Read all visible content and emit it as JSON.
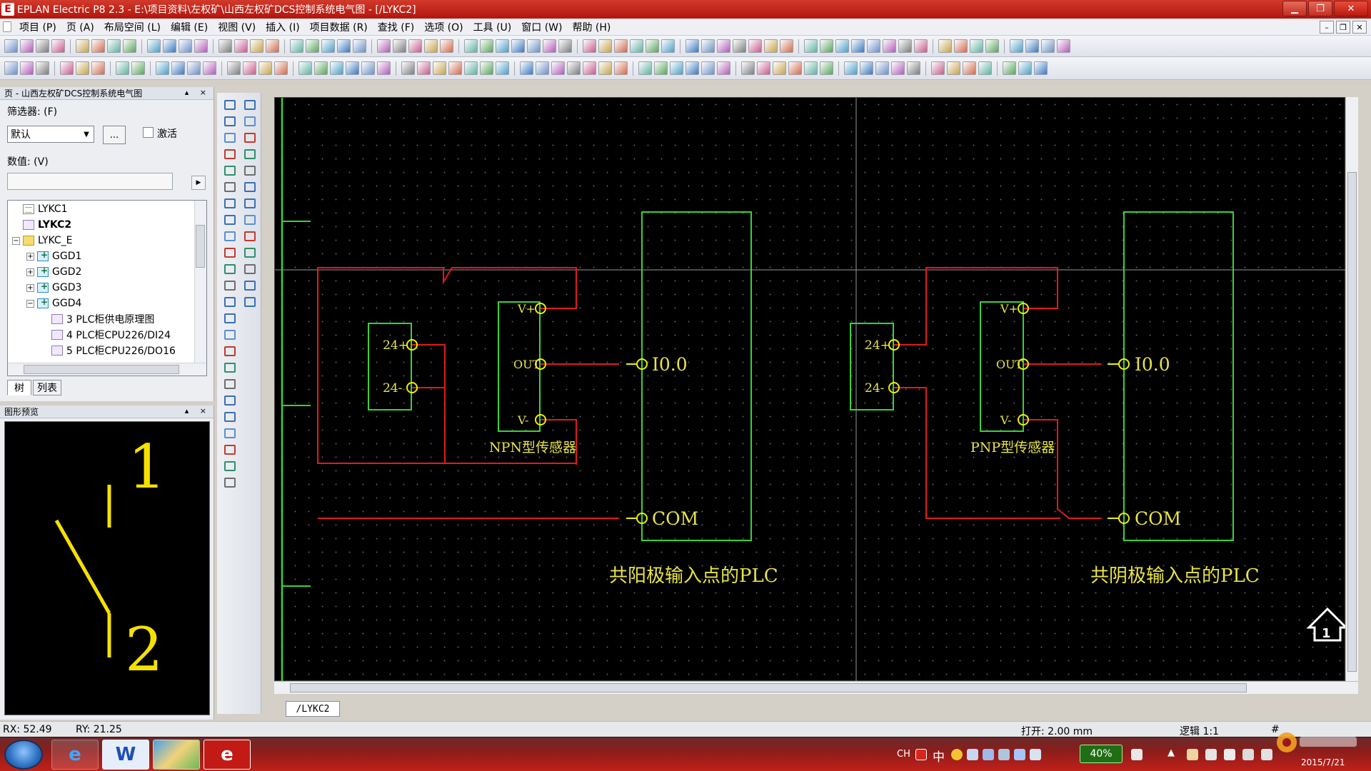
{
  "window": {
    "title": "EPLAN Electric P8 2.3 - E:\\项目资料\\左权矿\\山西左权矿DCS控制系统电气图 - [/LYKC2]",
    "logo_letter": "E",
    "minimize": "▁",
    "maximize": "❐",
    "close": "✕"
  },
  "menu": {
    "items": [
      "项目 (P)",
      "页 (A)",
      "布局空间 (L)",
      "编辑 (E)",
      "视图 (V)",
      "插入 (I)",
      "项目数据 (R)",
      "查找 (F)",
      "选项 (O)",
      "工具 (U)",
      "窗口 (W)",
      "帮助 (H)"
    ],
    "mdi_min": "–",
    "mdi_restore": "❐",
    "mdi_close": "✕"
  },
  "page_panel": {
    "header": "页 - 山西左权矿DCS控制系统电气图",
    "header_btns": "▴ ×",
    "filter_label": "筛选器: (F)",
    "filter_value": "默认",
    "filter_more": "...",
    "activate_label": "激活",
    "value_label": "数值: (V)",
    "value_go": "▶",
    "tree": [
      {
        "label": "LYKC1",
        "icon": "page",
        "indent": 1,
        "expander": "",
        "bold": false
      },
      {
        "label": "LYKC2",
        "icon": "page2",
        "indent": 1,
        "expander": "",
        "bold": true
      },
      {
        "label": "LYKC_E",
        "icon": "folder",
        "indent": 1,
        "expander": "−",
        "bold": false
      },
      {
        "label": "GGD1",
        "icon": "struct",
        "indent": 2,
        "expander": "+",
        "bold": false
      },
      {
        "label": "GGD2",
        "icon": "struct",
        "indent": 2,
        "expander": "+",
        "bold": false
      },
      {
        "label": "GGD3",
        "icon": "struct",
        "indent": 2,
        "expander": "+",
        "bold": false
      },
      {
        "label": "GGD4",
        "icon": "struct",
        "indent": 2,
        "expander": "−",
        "bold": false
      },
      {
        "label": "3 PLC柜供电原理图",
        "icon": "page2",
        "indent": 3,
        "expander": "",
        "bold": false
      },
      {
        "label": "4 PLC柜CPU226/DI24",
        "icon": "page2",
        "indent": 3,
        "expander": "",
        "bold": false
      },
      {
        "label": "5 PLC柜CPU226/DO16",
        "icon": "page2",
        "indent": 3,
        "expander": "",
        "bold": false
      }
    ],
    "tab_tree": "树",
    "tab_list": "列表"
  },
  "preview_panel": {
    "header": "图形预览",
    "header_btns": "▴ ×",
    "symbol_top": "1",
    "symbol_bottom": "2"
  },
  "drawing": {
    "left_circuit": {
      "sensor_type": "NPN型传感器",
      "supply_plus": "24+",
      "supply_minus": "24-",
      "vplus": "V+",
      "out": "OUT",
      "vminus": "V-",
      "plc_input": "I0.0",
      "plc_com": "COM",
      "caption": "共阳极输入点的PLC"
    },
    "right_circuit": {
      "sensor_type": "PNP型传感器",
      "supply_plus": "24+",
      "supply_minus": "24-",
      "vplus": "V+",
      "out": "OUT",
      "vminus": "V-",
      "plc_input": "I0.0",
      "plc_com": "COM",
      "caption": "共阴极输入点的PLC"
    },
    "corner_mark": "1",
    "doc_tab": "/LYKC2",
    "colors": {
      "background": "#000000",
      "component": "#3ad13a",
      "wire": "#e21b1b",
      "text": "#e8e34a",
      "pin": "#f0f000"
    }
  },
  "status": {
    "rx": "RX: 52.49",
    "ry": "RY: 21.25",
    "open": "打开: 2.00 mm",
    "logic": "逻辑 1:1",
    "hash": "#"
  },
  "taskbar": {
    "apps": [
      {
        "name": "ie",
        "label": "e"
      },
      {
        "name": "word",
        "label": "W"
      },
      {
        "name": "image-viewer",
        "label": ""
      },
      {
        "name": "eplan",
        "label": "e"
      }
    ],
    "tray": {
      "lang": "CH",
      "ime": "中",
      "battery": "40%",
      "date": "2015/7/21"
    }
  }
}
